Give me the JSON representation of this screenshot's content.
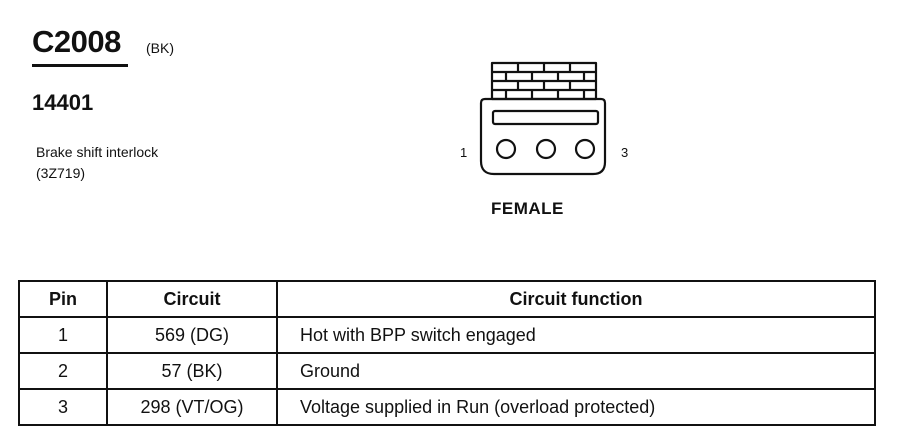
{
  "connector": {
    "id": "C2008",
    "color_code": "(BK)",
    "part_number": "14401",
    "description": [
      "Brake shift interlock",
      "(3Z719)"
    ],
    "gender": "FEMALE",
    "pin_labels": {
      "left": "1",
      "right": "3"
    }
  },
  "table": {
    "headers": [
      "Pin",
      "Circuit",
      "Circuit function"
    ],
    "rows": [
      {
        "pin": "1",
        "circuit": "569 (DG)",
        "function": "Hot with BPP switch engaged"
      },
      {
        "pin": "2",
        "circuit": "57 (BK)",
        "function": "Ground"
      },
      {
        "pin": "3",
        "circuit": "298 (VT/OG)",
        "function": "Voltage supplied in Run (overload protected)"
      }
    ]
  }
}
